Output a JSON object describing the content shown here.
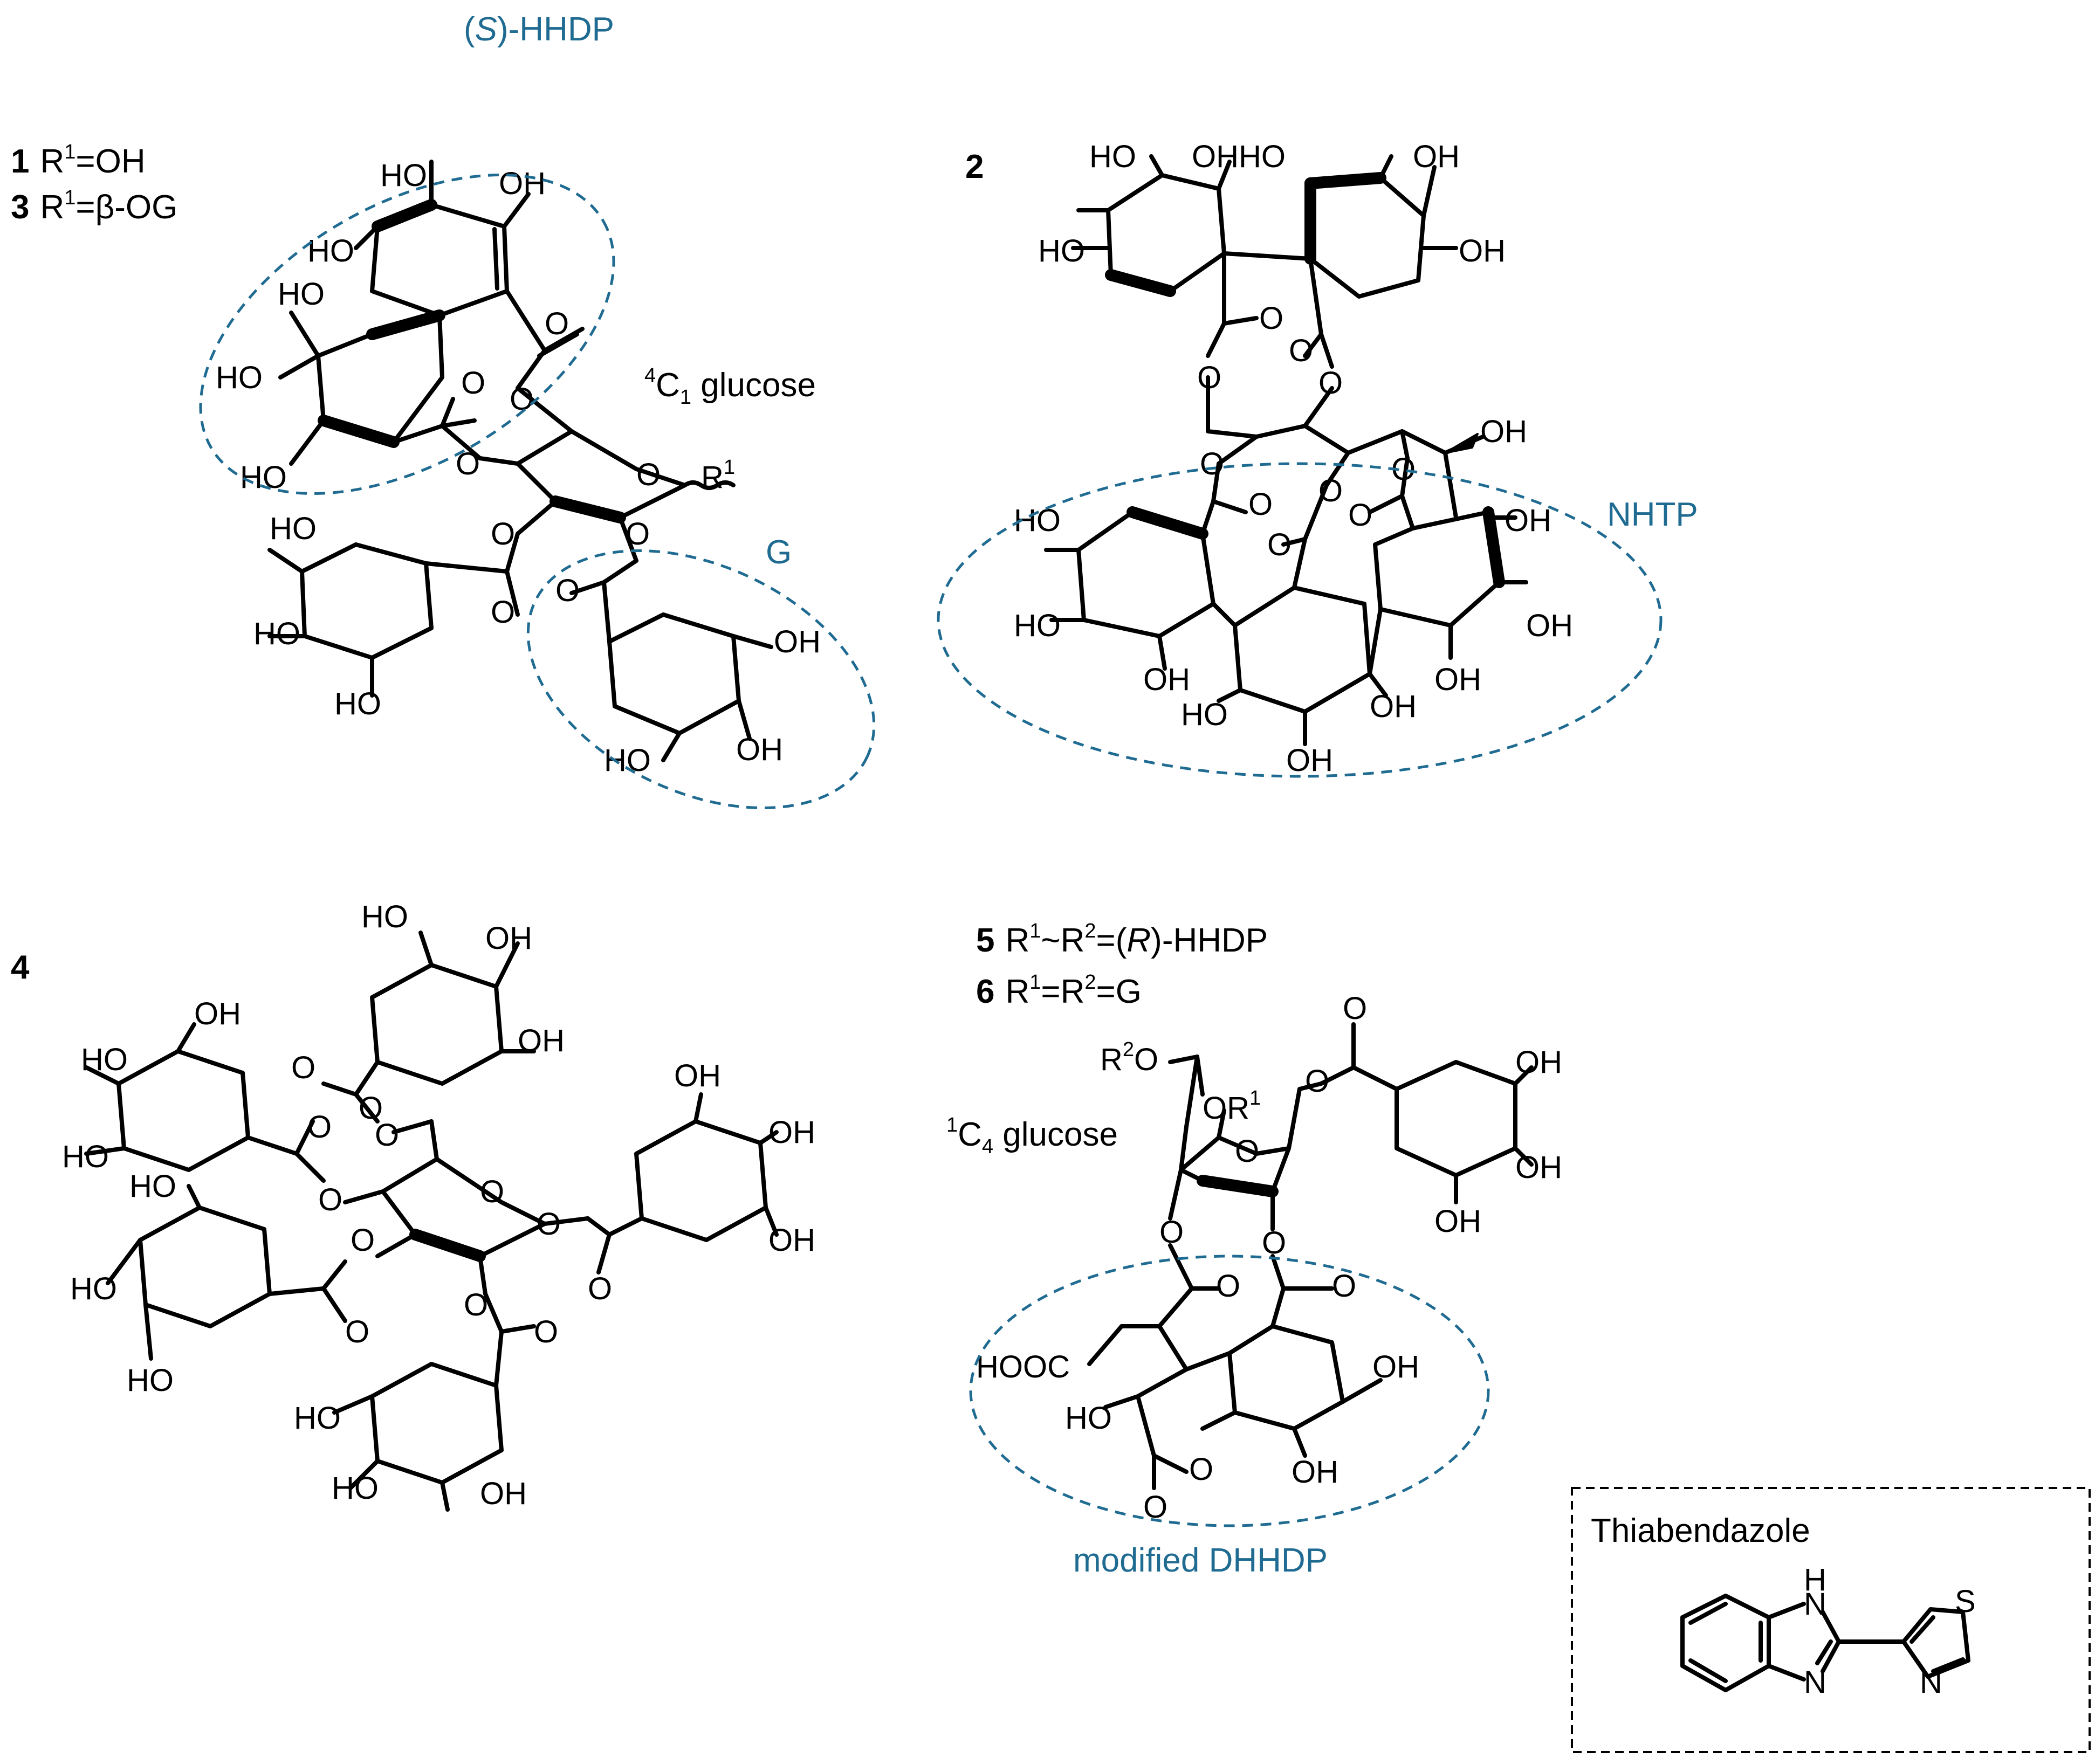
{
  "colors": {
    "annotation": "#1f6b91",
    "structure": "#000000"
  },
  "compounds": {
    "c1": {
      "number": "1",
      "text": "R",
      "sup": "1",
      "tail": "=OH"
    },
    "c3": {
      "number": "3",
      "text": "R",
      "sup": "1",
      "tail": "=β-OG"
    },
    "c2": {
      "number": "2"
    },
    "c4": {
      "number": "4"
    },
    "c5": {
      "number": "5",
      "text": "R",
      "sup1": "1",
      "mid": "~R",
      "sup2": "2",
      "tail_pre": "=(",
      "tail_italic": "R",
      "tail_post": ")-HHDP"
    },
    "c6": {
      "number": "6",
      "text": "R",
      "sup1": "1",
      "mid": "=R",
      "sup2": "2",
      "tail": "=G"
    }
  },
  "annotations": {
    "shhdp_pre": "(",
    "shhdp_italic": "S",
    "shhdp_post": ")-HHDP",
    "g": "G",
    "nhtp": "NHTP",
    "dhhdp": "modified DHHDP",
    "glucose4c1_sup": "4",
    "glucose4c1_c": "C",
    "glucose4c1_sub": "1",
    "glucose4c1_rest": " glucose",
    "glucose1c4_sup": "1",
    "glucose1c4_c": "C",
    "glucose1c4_sub": "4",
    "glucose1c4_rest": " glucose"
  },
  "atoms": {
    "ho": "HO",
    "oh": "OH",
    "o": "O",
    "r": "R",
    "r1_sup": "1",
    "r2_sup": "2",
    "ohh": "OHHO",
    "hooc": "HOOC",
    "or": "OR",
    "h": "H",
    "n": "N",
    "s": "S"
  },
  "inset": {
    "title": "Thiabendazole"
  }
}
